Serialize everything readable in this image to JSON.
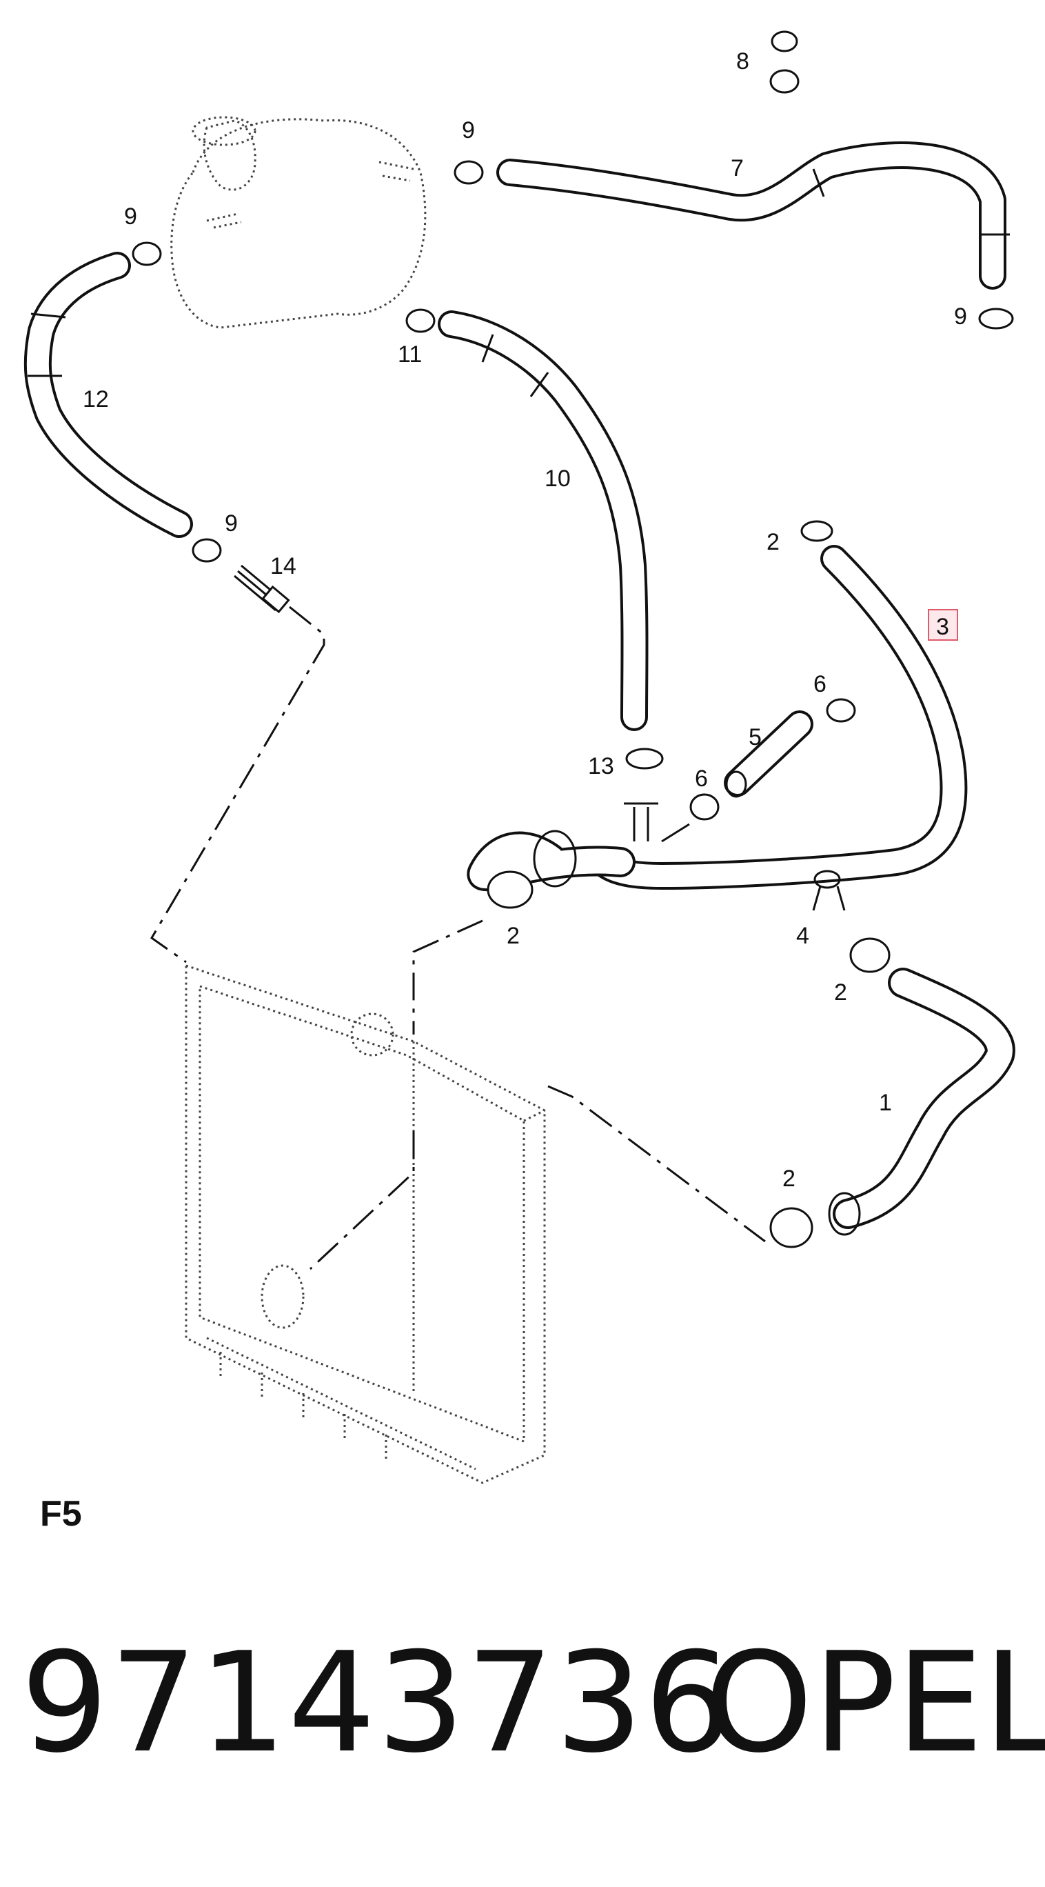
{
  "diagram": {
    "callouts": [
      {
        "id": "c8",
        "text": "8"
      },
      {
        "id": "c9a",
        "text": "9"
      },
      {
        "id": "c7",
        "text": "7"
      },
      {
        "id": "c9b",
        "text": "9"
      },
      {
        "id": "c9c",
        "text": "9"
      },
      {
        "id": "c11",
        "text": "11"
      },
      {
        "id": "c12",
        "text": "12"
      },
      {
        "id": "c10",
        "text": "10"
      },
      {
        "id": "c9d",
        "text": "9"
      },
      {
        "id": "c14",
        "text": "14"
      },
      {
        "id": "c2a",
        "text": "2"
      },
      {
        "id": "c3",
        "text": "3"
      },
      {
        "id": "c6a",
        "text": "6"
      },
      {
        "id": "c5",
        "text": "5"
      },
      {
        "id": "c13",
        "text": "13"
      },
      {
        "id": "c6b",
        "text": "6"
      },
      {
        "id": "c2b",
        "text": "2"
      },
      {
        "id": "c4",
        "text": "4"
      },
      {
        "id": "c2c",
        "text": "2"
      },
      {
        "id": "c1",
        "text": "1"
      },
      {
        "id": "c2d",
        "text": "2"
      }
    ],
    "highlight_color": "#e05a6a"
  },
  "figure_code": "F5",
  "part_number": "97143736",
  "brand": "OPEL"
}
